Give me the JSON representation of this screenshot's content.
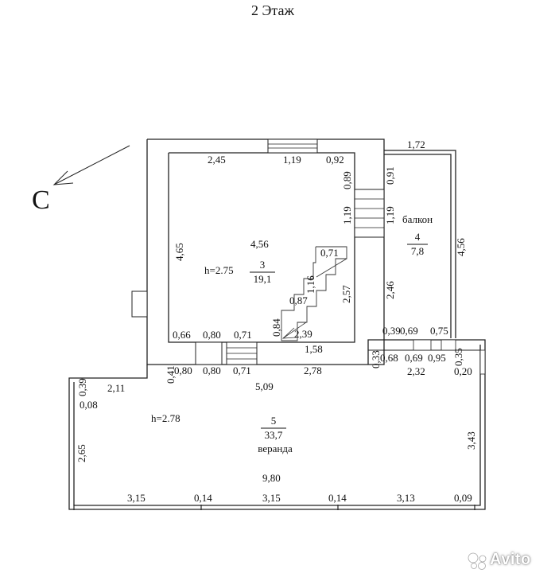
{
  "title": "2 Этаж",
  "compass_label": "С",
  "rooms": {
    "room3": {
      "height": "h=2.75",
      "number": "3",
      "area": "19,1"
    },
    "room4": {
      "name": "балкон",
      "number": "4",
      "area": "7,8"
    },
    "room5": {
      "height": "h=2.78",
      "number": "5",
      "area": "33,7",
      "name": "веранда"
    }
  },
  "dimensions": {
    "r3_top_left": "2,45",
    "r3_top_win": "1,19",
    "r3_top_right": "0,92",
    "r3_right_top": "0,89",
    "r3_right_mid": "1,19",
    "r3_left": "4,65",
    "r3_width": "4,56",
    "stair_071": "0,71",
    "stair_116": "1,16",
    "stair_257": "2,57",
    "stair_087": "0,87",
    "stair_084": "0,84",
    "stair_239": "2,39",
    "stair_158": "1,58",
    "r3_bot_066": "0,66",
    "r3_bot_080": "0,80",
    "r3_bot_071": "0,71",
    "bal_top": "1,72",
    "bal_l_091": "0,91",
    "bal_l_119": "1,19",
    "bal_l_246": "2,46",
    "bal_r_456": "4,56",
    "bal_b_039": "0,39",
    "bal_b_069": "0,69",
    "bal_b_075": "0,75",
    "v_top_041": "0,41",
    "v_top_080a": "0,80",
    "v_top_080b": "0,80",
    "v_top_071": "0,71",
    "v_top_278": "2,78",
    "v_top_033": "0,33",
    "v_top_068": "0,68",
    "v_top_069": "0,69",
    "v_top_095": "0,95",
    "v_top_035": "0,35",
    "v_top_232": "2,32",
    "v_top_020": "0,20",
    "v_039": "0,39",
    "v_211": "2,11",
    "v_509": "5,09",
    "v_008": "0,08",
    "v_left_265": "2,65",
    "v_right_343": "3,43",
    "v_980": "9,80",
    "v_b_315a": "3,15",
    "v_b_014a": "0,14",
    "v_b_315b": "3,15",
    "v_b_014b": "0,14",
    "v_b_313": "3,13",
    "v_b_009": "0,09"
  },
  "watermark": {
    "text": "Avito"
  }
}
